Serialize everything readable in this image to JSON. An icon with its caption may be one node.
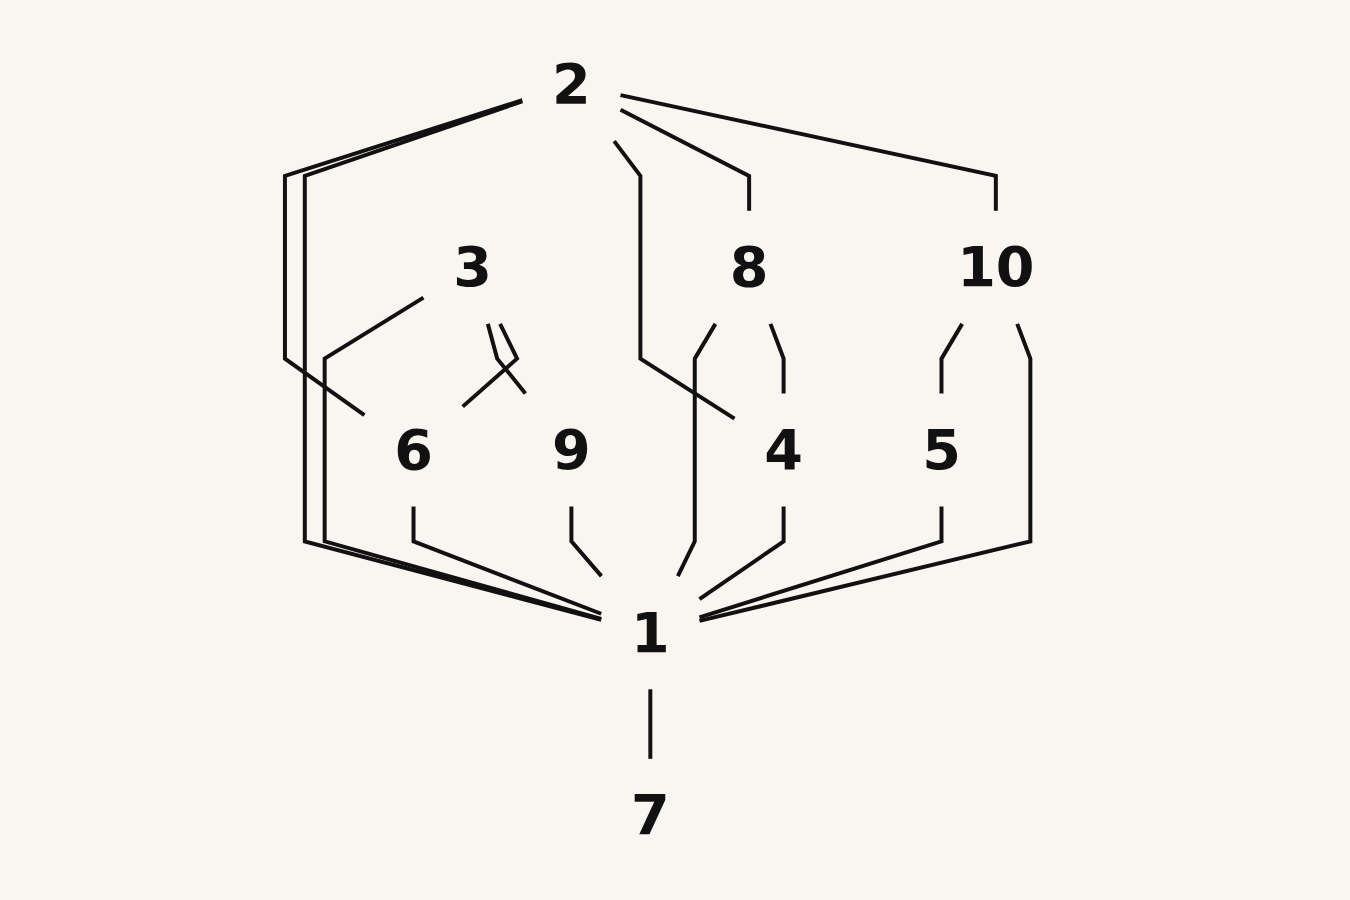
{
  "diagram": {
    "nodes": [
      {
        "text": [
          "2"
        ]
      },
      {
        "text": [
          "10"
        ]
      },
      {
        "text": [
          "8"
        ]
      },
      {
        "text": [
          "3"
        ]
      },
      {
        "text": [
          "4"
        ]
      },
      {
        "text": [
          "5"
        ]
      },
      {
        "text": [
          "9"
        ]
      },
      {
        "text": [
          "6"
        ]
      },
      {
        "text": [
          "1"
        ]
      },
      {
        "text": [
          "7"
        ]
      }
    ],
    "edges": [
      {
        "from": 0,
        "to": 1,
        "arrow": "none"
      },
      {
        "from": 0,
        "to": 2,
        "arrow": "none"
      },
      {
        "from": 0,
        "to": 4,
        "arrow": "none"
      },
      {
        "from": 0,
        "to": 8,
        "arrow": "none"
      },
      {
        "from": 0,
        "to": 7,
        "arrow": "none"
      },
      {
        "from": 1,
        "to": 8,
        "arrow": "none"
      },
      {
        "from": 1,
        "to": 5,
        "arrow": "none"
      },
      {
        "from": 2,
        "to": 4,
        "arrow": "none"
      },
      {
        "from": 2,
        "to": 8,
        "arrow": "none"
      },
      {
        "from": 3,
        "to": 7,
        "arrow": "none"
      },
      {
        "from": 3,
        "to": 6,
        "arrow": "none"
      },
      {
        "from": 3,
        "to": 8,
        "arrow": "none"
      },
      {
        "from": 4,
        "to": 8,
        "arrow": "none"
      },
      {
        "from": 5,
        "to": 8,
        "arrow": "none"
      },
      {
        "from": 6,
        "to": 8,
        "arrow": "none"
      },
      {
        "from": 7,
        "to": 8,
        "arrow": "none"
      },
      {
        "from": 8,
        "to": 9,
        "arrow": "none"
      }
    ]
  }
}
